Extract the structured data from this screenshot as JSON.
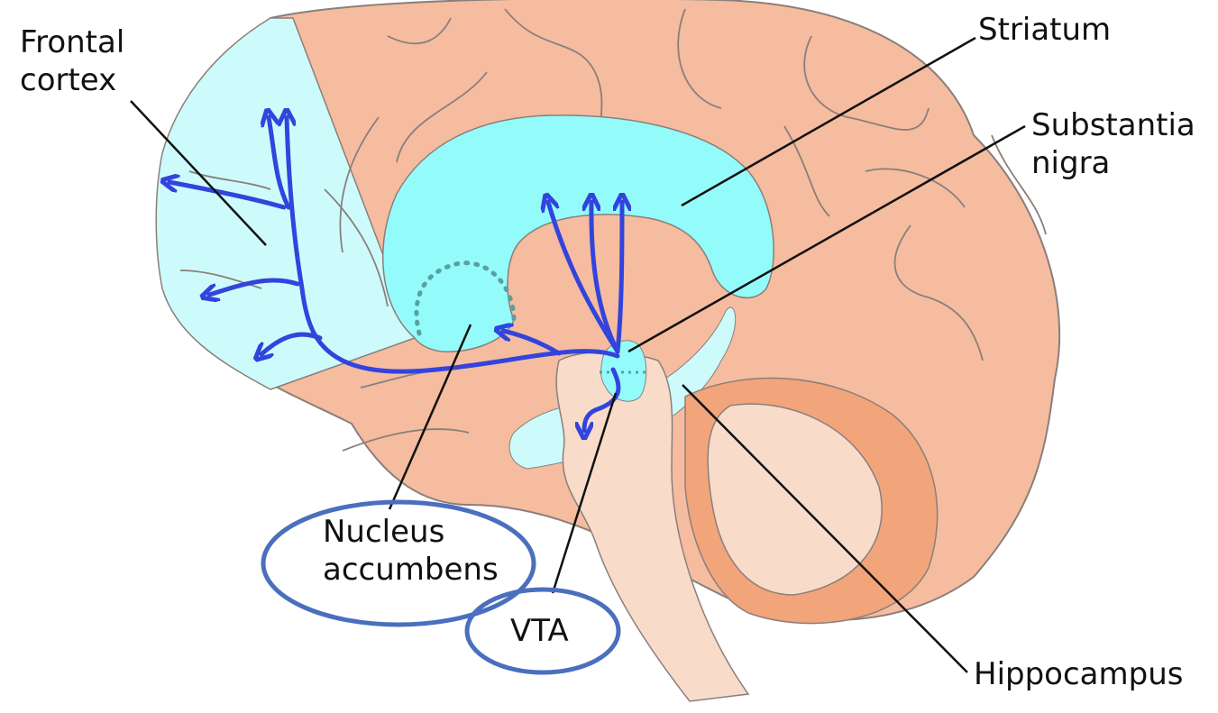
{
  "labels": {
    "frontal_cortex": [
      "Frontal",
      "cortex"
    ],
    "striatum": "Striatum",
    "substantia_nigra": [
      "Substantia",
      "nigra"
    ],
    "nucleus_accumbens": [
      "Nucleus",
      "accumbens"
    ],
    "vta": "VTA",
    "hippocampus": "Hippocampus"
  },
  "colors": {
    "brain": "#f5bca0",
    "brain_outline": "#8a7f7a",
    "brainstem": "#f8dcc9",
    "cerebellum": "#f2a47a",
    "dopamine_region": "#94fbfb",
    "cortex_region": "#cdfbfb",
    "pathway_arrows": "#3344dd",
    "highlight_ellipse": "#4a6fbe",
    "leader_lines": "#111111"
  }
}
